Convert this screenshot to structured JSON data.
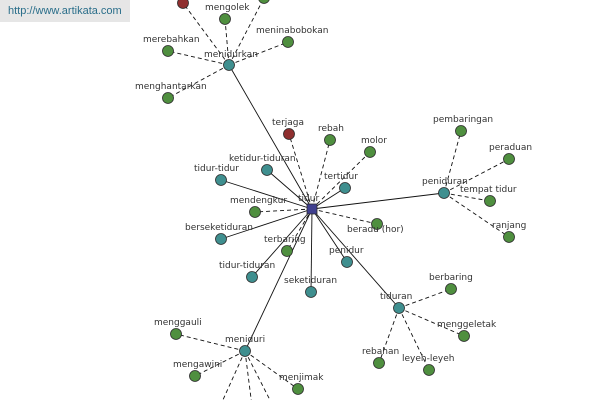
{
  "watermark": "http://www.artikata.com",
  "colors": {
    "center": "#3f3f8f",
    "hub": "#3f8f8f",
    "leaf": "#4f8f3f",
    "red": "#8f2f2f"
  },
  "nodes": {
    "tidur": {
      "label": "tidur",
      "type": "center"
    },
    "menidurkan": {
      "label": "menidurkan",
      "type": "hub"
    },
    "mengolek": {
      "label": "mengolek",
      "type": "leaf"
    },
    "merebahkan": {
      "label": "merebahkan",
      "type": "leaf"
    },
    "meninabobokan": {
      "label": "meninabobokan",
      "type": "leaf"
    },
    "menghantarkan": {
      "label": "menghantarkan",
      "type": "leaf"
    },
    "top-red": {
      "label": "",
      "type": "red"
    },
    "top-green": {
      "label": "",
      "type": "leaf"
    },
    "terjaga": {
      "label": "terjaga",
      "type": "red"
    },
    "rebah": {
      "label": "rebah",
      "type": "leaf"
    },
    "molor": {
      "label": "molor",
      "type": "leaf"
    },
    "tertidur": {
      "label": "tertidur",
      "type": "hub"
    },
    "ketidur-tiduran": {
      "label": "ketidur-tiduran",
      "type": "hub"
    },
    "tidur-tidur": {
      "label": "tidur-tidur",
      "type": "hub"
    },
    "mendengkur": {
      "label": "mendengkur",
      "type": "leaf"
    },
    "beradu": {
      "label": "beradu (hor)",
      "type": "leaf"
    },
    "berseketiduran": {
      "label": "berseketiduran",
      "type": "hub"
    },
    "terbaring": {
      "label": "terbaring",
      "type": "leaf"
    },
    "penidur": {
      "label": "penidur",
      "type": "hub"
    },
    "tidur-tiduran": {
      "label": "tidur-tiduran",
      "type": "hub"
    },
    "seketiduran": {
      "label": "seketiduran",
      "type": "hub"
    },
    "peniduran": {
      "label": "peniduran",
      "type": "hub"
    },
    "pembaringan": {
      "label": "pembaringan",
      "type": "leaf"
    },
    "peraduan": {
      "label": "peraduan",
      "type": "leaf"
    },
    "tempat-tidur": {
      "label": "tempat tidur",
      "type": "leaf"
    },
    "ranjang": {
      "label": "ranjang",
      "type": "leaf"
    },
    "tiduran": {
      "label": "tiduran",
      "type": "hub"
    },
    "berbaring": {
      "label": "berbaring",
      "type": "leaf"
    },
    "menggeletak": {
      "label": "menggeletak",
      "type": "leaf"
    },
    "rebahan": {
      "label": "rebahan",
      "type": "leaf"
    },
    "leyeh-leyeh": {
      "label": "leyeh-leyeh",
      "type": "leaf"
    },
    "meniduri": {
      "label": "meniduri",
      "type": "hub"
    },
    "menggauli": {
      "label": "menggauli",
      "type": "leaf"
    },
    "mengawini": {
      "label": "mengawini",
      "type": "leaf"
    },
    "menjimak": {
      "label": "menjimak",
      "type": "leaf"
    }
  },
  "edges": [
    {
      "from": "tidur",
      "to": "menidurkan",
      "style": "solid"
    },
    {
      "from": "tidur",
      "to": "peniduran",
      "style": "solid"
    },
    {
      "from": "tidur",
      "to": "tiduran",
      "style": "solid"
    },
    {
      "from": "tidur",
      "to": "meniduri",
      "style": "solid"
    },
    {
      "from": "tidur",
      "to": "berseketiduran",
      "style": "solid"
    },
    {
      "from": "tidur",
      "to": "seketiduran",
      "style": "solid"
    },
    {
      "from": "tidur",
      "to": "penidur",
      "style": "solid"
    },
    {
      "from": "tidur",
      "to": "tidur-tiduran",
      "style": "solid"
    },
    {
      "from": "tidur",
      "to": "tertidur",
      "style": "solid"
    },
    {
      "from": "tidur",
      "to": "tidur-tidur",
      "style": "solid"
    },
    {
      "from": "tidur",
      "to": "ketidur-tiduran",
      "style": "solid"
    },
    {
      "from": "tidur",
      "to": "terjaga",
      "style": "dashed"
    },
    {
      "from": "tidur",
      "to": "rebah",
      "style": "dashed"
    },
    {
      "from": "tidur",
      "to": "molor",
      "style": "dashed"
    },
    {
      "from": "tidur",
      "to": "mendengkur",
      "style": "dashed"
    },
    {
      "from": "tidur",
      "to": "beradu",
      "style": "dashed"
    },
    {
      "from": "tidur",
      "to": "terbaring",
      "style": "dashed"
    },
    {
      "from": "menidurkan",
      "to": "mengolek",
      "style": "dashed"
    },
    {
      "from": "menidurkan",
      "to": "merebahkan",
      "style": "dashed"
    },
    {
      "from": "menidurkan",
      "to": "meninabobokan",
      "style": "dashed"
    },
    {
      "from": "menidurkan",
      "to": "menghantarkan",
      "style": "dashed"
    },
    {
      "from": "menidurkan",
      "to": "top-red",
      "style": "dashed"
    },
    {
      "from": "menidurkan",
      "to": "top-green",
      "style": "dashed"
    },
    {
      "from": "peniduran",
      "to": "pembaringan",
      "style": "dashed"
    },
    {
      "from": "peniduran",
      "to": "peraduan",
      "style": "dashed"
    },
    {
      "from": "peniduran",
      "to": "tempat-tidur",
      "style": "dashed"
    },
    {
      "from": "peniduran",
      "to": "ranjang",
      "style": "dashed"
    },
    {
      "from": "tiduran",
      "to": "berbaring",
      "style": "dashed"
    },
    {
      "from": "tiduran",
      "to": "menggeletak",
      "style": "dashed"
    },
    {
      "from": "tiduran",
      "to": "rebahan",
      "style": "dashed"
    },
    {
      "from": "tiduran",
      "to": "leyeh-leyeh",
      "style": "dashed"
    },
    {
      "from": "meniduri",
      "to": "menggauli",
      "style": "dashed"
    },
    {
      "from": "meniduri",
      "to": "mengawini",
      "style": "dashed"
    },
    {
      "from": "meniduri",
      "to": "menjimak",
      "style": "dashed"
    },
    {
      "from": "meniduri",
      "to": "off-a",
      "style": "dashed"
    },
    {
      "from": "meniduri",
      "to": "off-b",
      "style": "dashed"
    },
    {
      "from": "meniduri",
      "to": "off-c",
      "style": "dashed"
    }
  ]
}
